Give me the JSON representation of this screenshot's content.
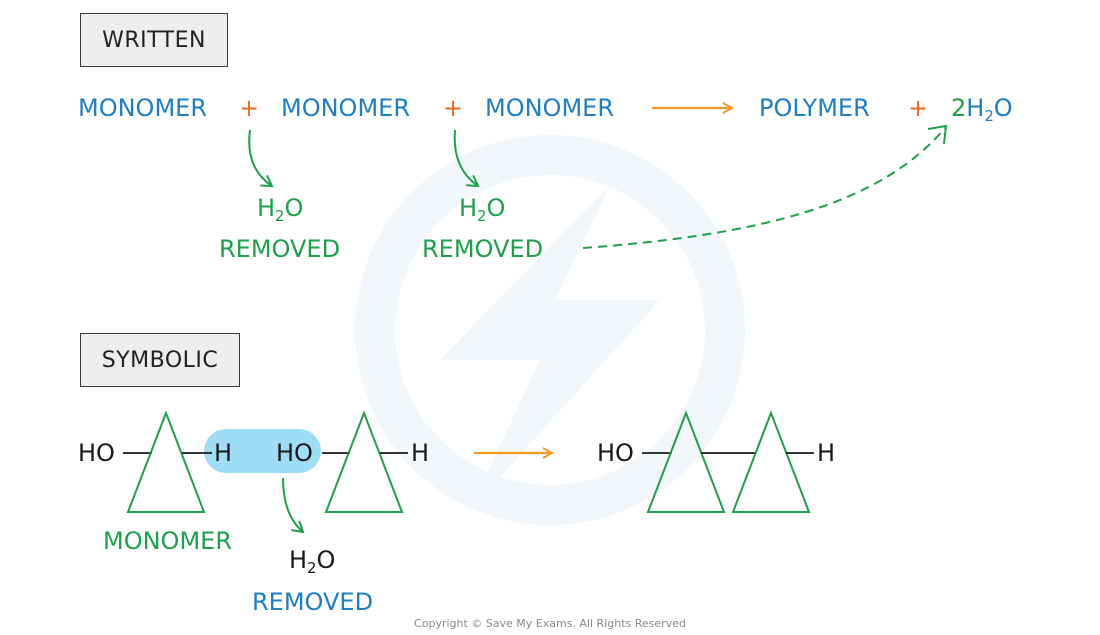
{
  "written": {
    "label": "WRITTEN",
    "equation": {
      "monomer_1": "MONOMER",
      "plus_1": "+",
      "monomer_2": "MONOMER",
      "plus_2": "+",
      "monomer_3": "MONOMER",
      "product": "POLYMER",
      "plus_3": "+",
      "water_coeff": "2",
      "water_h": "H",
      "water_sub": "2",
      "water_o": "O"
    },
    "removed_1": {
      "h": "H",
      "sub": "2",
      "o": "O",
      "text": "REMOVED"
    },
    "removed_2": {
      "h": "H",
      "sub": "2",
      "o": "O",
      "text": "REMOVED"
    }
  },
  "symbolic": {
    "label": "SYMBOLIC",
    "left": {
      "ho_1": "HO",
      "h_1": "H",
      "ho_2": "HO",
      "h_2": "H",
      "monomer_label": "MONOMER"
    },
    "removed": {
      "h": "H",
      "sub": "2",
      "o": "O",
      "text": "REMOVED"
    },
    "right": {
      "ho": "HO",
      "h": "H"
    }
  },
  "copyright": "Copyright © Save My Exams. All Rights Reserved",
  "colors": {
    "blue": "#1f7fc4",
    "green": "#1ea04c",
    "orange": "#f06a1e",
    "highlight": "#9fdcf5",
    "label_bg": "#eeeeee"
  }
}
